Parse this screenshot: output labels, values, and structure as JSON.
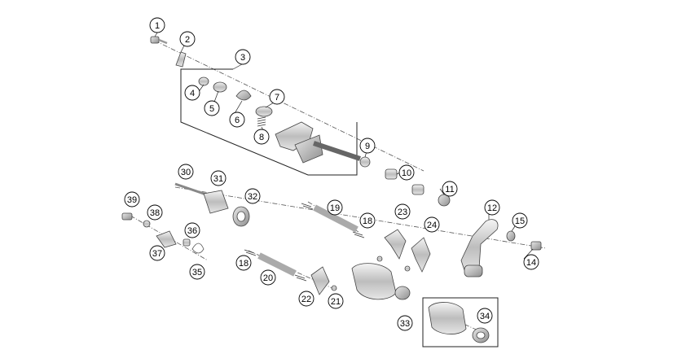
{
  "callouts": [
    {
      "n": "1"
    },
    {
      "n": "2"
    },
    {
      "n": "3"
    },
    {
      "n": "4"
    },
    {
      "n": "5"
    },
    {
      "n": "6"
    },
    {
      "n": "7"
    },
    {
      "n": "8"
    },
    {
      "n": "9"
    },
    {
      "n": "10"
    },
    {
      "n": "11"
    },
    {
      "n": "12"
    },
    {
      "n": "14"
    },
    {
      "n": "15"
    },
    {
      "n": "18"
    },
    {
      "n": "18"
    },
    {
      "n": "19"
    },
    {
      "n": "20"
    },
    {
      "n": "21"
    },
    {
      "n": "22"
    },
    {
      "n": "23"
    },
    {
      "n": "24"
    },
    {
      "n": "30"
    },
    {
      "n": "31"
    },
    {
      "n": "32"
    },
    {
      "n": "33"
    },
    {
      "n": "34"
    },
    {
      "n": "35"
    },
    {
      "n": "36"
    },
    {
      "n": "37"
    },
    {
      "n": "38"
    },
    {
      "n": "39"
    }
  ]
}
